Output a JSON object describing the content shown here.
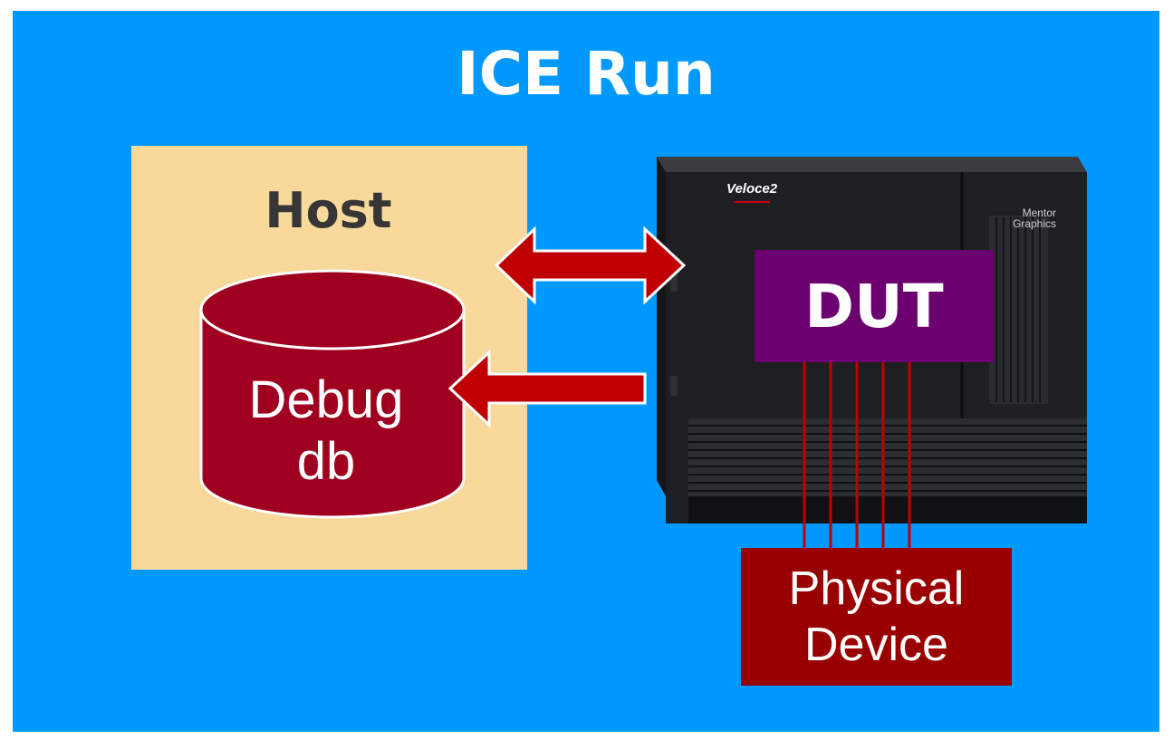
{
  "slide": {
    "title": "ICE Run",
    "background_color": "#0299ff"
  },
  "host": {
    "label": "Host",
    "panel_color": "#f8d89b",
    "database": {
      "line1": "Debug",
      "line2": "db",
      "color": "#a0001f"
    }
  },
  "emulator": {
    "brand": "Veloce2",
    "vendor_line1": "Mentor",
    "vendor_line2": "Graphics",
    "dut": {
      "label": "DUT",
      "color": "#6c006f"
    }
  },
  "physical_device": {
    "line1": "Physical",
    "line2": "Device",
    "color": "#990000"
  },
  "arrows": {
    "color": "#c00000",
    "host_emulator_link": "bidirectional",
    "emulator_to_debug_db": "unidirectional"
  },
  "connection_wires": 5
}
